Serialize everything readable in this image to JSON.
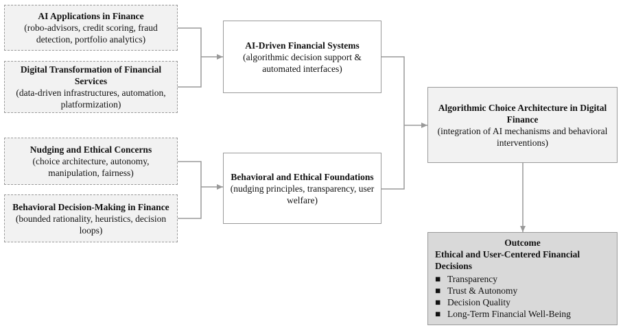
{
  "inputs": [
    {
      "title": "AI Applications in Finance",
      "detail": "(robo-advisors, credit scoring, fraud detection, portfolio analytics)"
    },
    {
      "title": "Digital Transformation of Financial Services",
      "detail": "(data-driven infrastructures, automation, platformization)"
    },
    {
      "title": "Nudging and Ethical Concerns",
      "detail": "(choice architecture, autonomy, manipulation, fairness)"
    },
    {
      "title": "Behavioral Decision-Making in Finance",
      "detail": "(bounded rationality, heuristics, decision loops)"
    }
  ],
  "systems": {
    "title": "AI-Driven Financial Systems",
    "detail": "(algorithmic decision support & automated interfaces)"
  },
  "foundations": {
    "title": "Behavioral and Ethical Foundations",
    "detail": "(nudging principles, transparency, user welfare)"
  },
  "architecture": {
    "title": "Algorithmic Choice Architecture in Digital Finance",
    "detail": "(integration of AI mechanisms and behavioral interventions)"
  },
  "outcome": {
    "heading": "Outcome",
    "title": "Ethical and User-Centered Financial Decisions",
    "bullet_symbol": "■",
    "items": [
      "Transparency",
      "Trust & Autonomy",
      "Decision Quality",
      "Long-Term Financial Well-Being"
    ]
  }
}
